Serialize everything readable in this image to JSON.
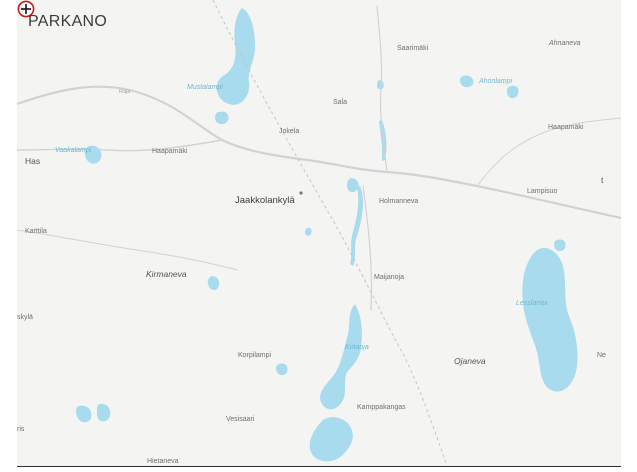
{
  "map": {
    "title": "PARKANO",
    "marker_icon": "crosshair-location-icon",
    "colors": {
      "land": "#f4f5f3",
      "water": "#a9dbee",
      "road": "#d2d2d2",
      "railway": "#c8c8c8",
      "marker": "#c21d1d"
    },
    "labels": {
      "jaakkolankyla": "Jaakkolankylä",
      "kirmaneva": "Kirmaneva",
      "haapamaki": "Haapamäki",
      "saarimaki": "Saarimäki",
      "ahnaneva": "Ahnaneva",
      "sala": "Sala",
      "jokela": "Jokela",
      "holmanneva": "Holmanneva",
      "haapamaki2": "Haapamäki",
      "maijanoja": "Maijanoja",
      "korpilampi": "Korpilampi",
      "vesisaari": "Vesisaari",
      "kamppakangas": "Kamppakangas",
      "ojaneva": "Ojaneva",
      "lesslampi": "Lesslampi",
      "karttila": "Karttila",
      "has": "Has",
      "skyla": "skylä",
      "ris": "ris",
      "ne": "Ne",
      "lampisuo": "Lampisuo",
      "hietaneva": "Hietaneva",
      "mustalampi": "Mustalampi",
      "vaakalampi": "Vaakalampi",
      "ahonlampi": "Ahonlampi",
      "raja": "Raja",
      "t": "t",
      "kotaoja": "Kotaoja"
    }
  }
}
